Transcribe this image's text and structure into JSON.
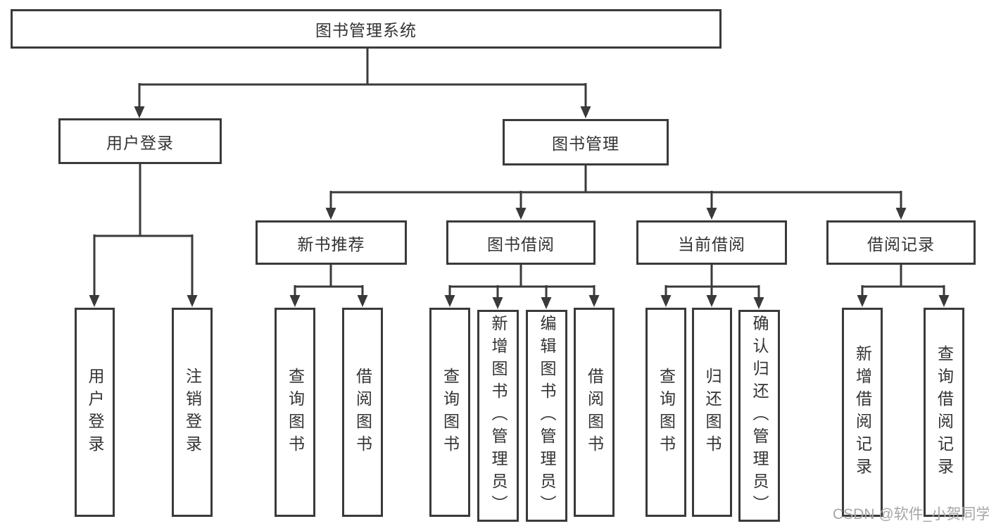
{
  "colors": {
    "line": "#3a3a3a",
    "text": "#333333",
    "box-bg": "#ffffff",
    "watermark": "#a6a6a6",
    "bg": "#ffffff"
  },
  "nodes": {
    "root": {
      "label": "图书管理系统"
    },
    "user_login": {
      "label": "用户登录"
    },
    "book_management": {
      "label": "图书管理"
    },
    "new_book_recommend": {
      "label": "新书推荐"
    },
    "book_borrowing": {
      "label": "图书借阅"
    },
    "current_borrowing": {
      "label": "当前借阅"
    },
    "borrow_records": {
      "label": "借阅记录"
    },
    "leaf_user_login": {
      "label": "用户登录"
    },
    "leaf_logout": {
      "label": "注销登录"
    },
    "leaf_rec_query_books": {
      "label": "查询图书"
    },
    "leaf_rec_borrow_books": {
      "label": "借阅图书"
    },
    "leaf_bor_query_books": {
      "label": "查询图书"
    },
    "leaf_bor_add_books_admin": {
      "label": "新增图书（管理员）"
    },
    "leaf_bor_edit_books_admin": {
      "label": "编辑图书（管理员）"
    },
    "leaf_bor_borrow_books": {
      "label": "借阅图书"
    },
    "leaf_cur_query_books": {
      "label": "查询图书"
    },
    "leaf_cur_return_books": {
      "label": "归还图书"
    },
    "leaf_cur_confirm_return_admin": {
      "label": "确认归还（管理员）"
    },
    "leaf_add_borrow_record": {
      "label": "新增借阅记录"
    },
    "leaf_query_borrow_record": {
      "label": "查询借阅记录"
    }
  },
  "watermark": {
    "text": "CSDN @软件_小贺同学"
  }
}
